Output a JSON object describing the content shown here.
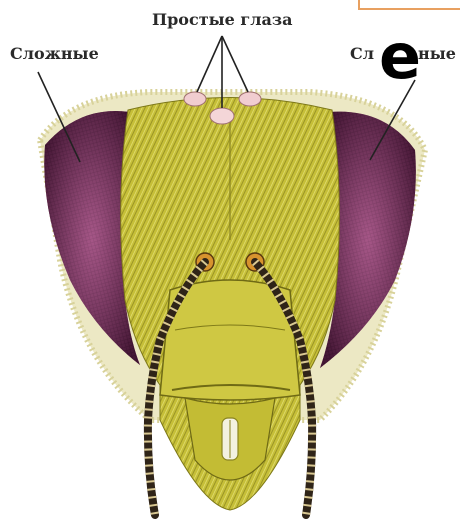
{
  "labels": {
    "simple_eyes": "Простые глаза",
    "compound_left": "Сложные",
    "compound_right_a": "Сл",
    "compound_right_b": "ные",
    "overlay_letter": "e"
  },
  "colors": {
    "head_yellow": "#c9c23a",
    "head_dark": "#8a8420",
    "eye_purple": "#7a2f5e",
    "eye_dark": "#3a1030",
    "antenna_dark": "#3a2a18",
    "fringe": "#e8e4b8",
    "box_orange": "#e8a060"
  }
}
